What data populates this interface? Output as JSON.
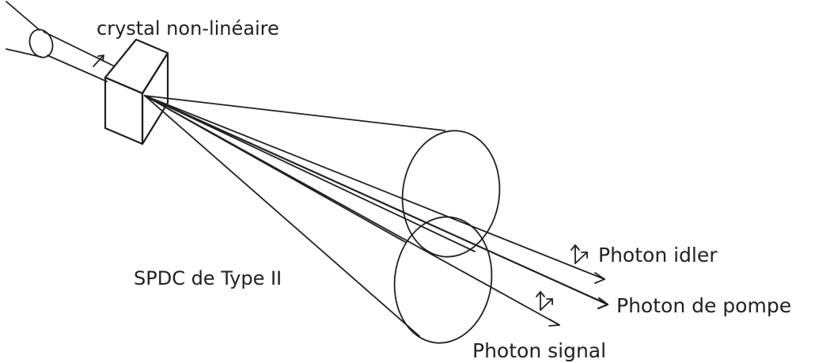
{
  "labels": {
    "crystal": "crystal non-linéaire",
    "process": "SPDC de Type II",
    "idler": "Photon idler",
    "pump": "Photon de pompe",
    "signal": "Photon signal"
  },
  "colors": {
    "ink": "#231f20",
    "background": "#ffffff"
  }
}
